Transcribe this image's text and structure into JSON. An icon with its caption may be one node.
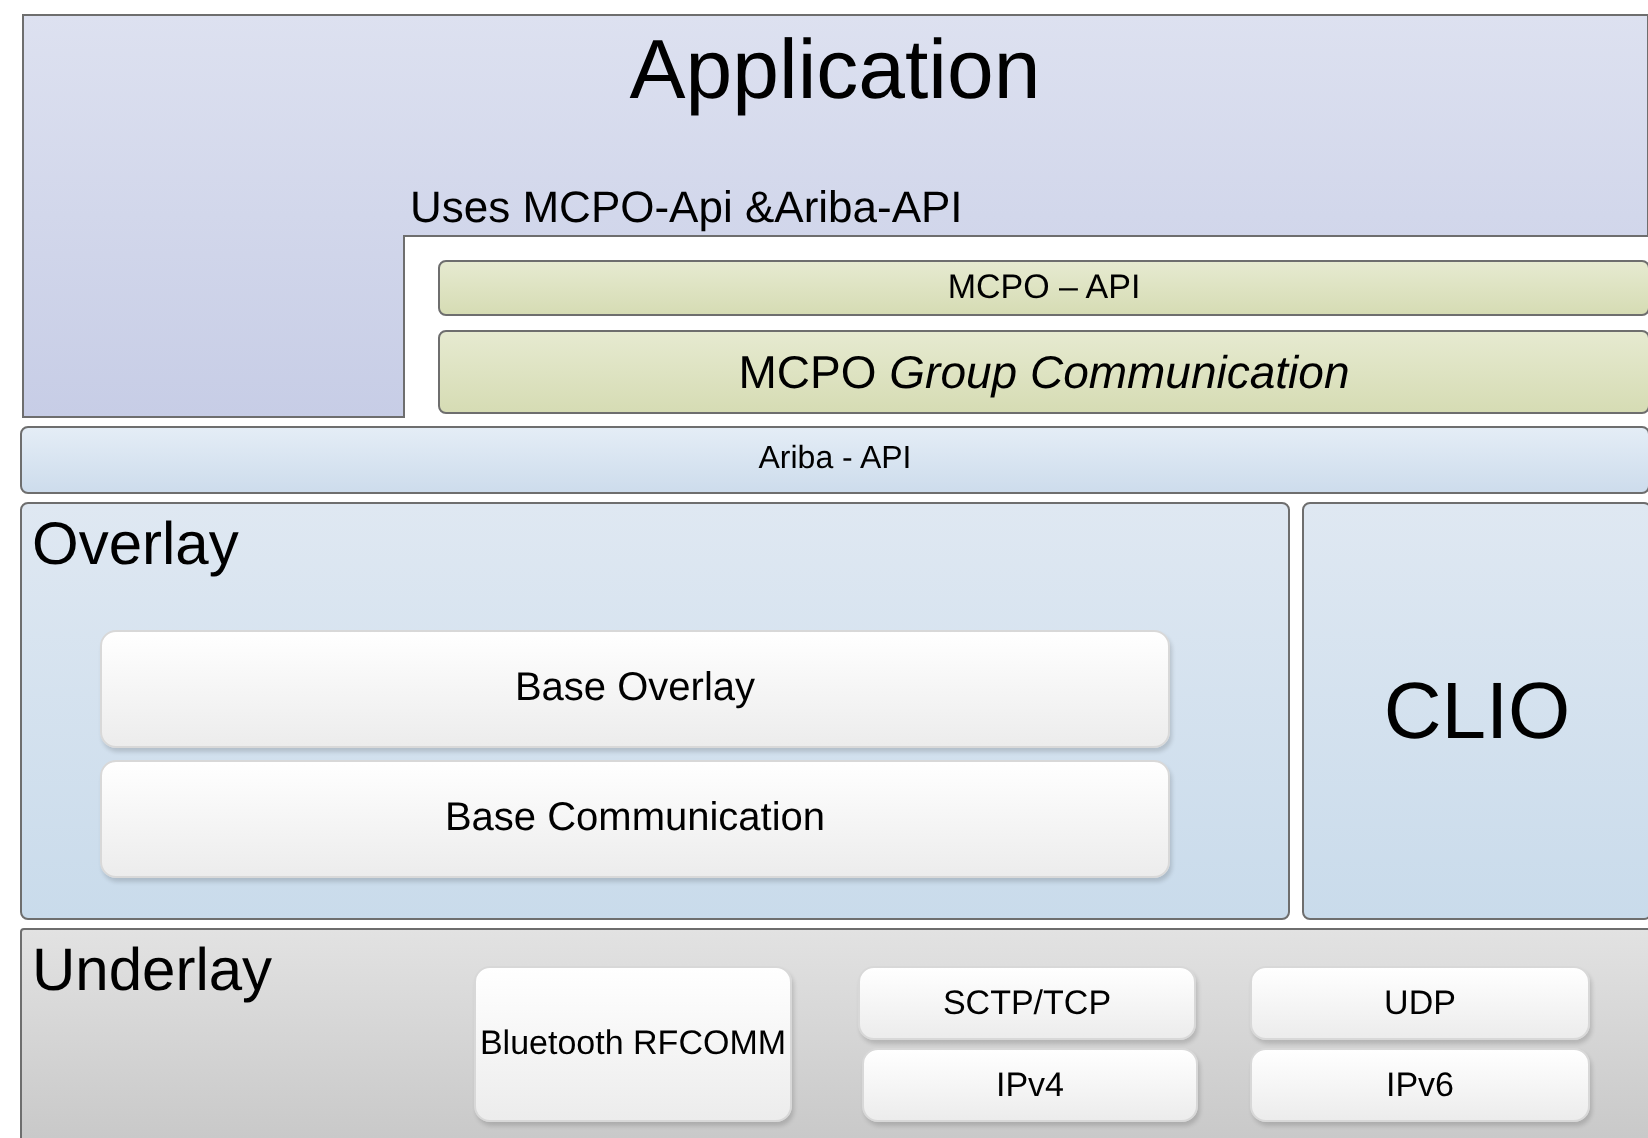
{
  "diagram": {
    "nodes": [
      {
        "text": [
          "Application",
          "Uses MCPO-Api &Ariba-API"
        ]
      },
      {
        "text": [
          "MCPO – API"
        ]
      },
      {
        "text": [
          "MCPO *Group Communication*"
        ]
      },
      {
        "text": [
          "Ariba - API"
        ]
      },
      {
        "text": [
          "Overlay"
        ]
      },
      {
        "text": [
          "Base Overlay"
        ],
        "in": 4
      },
      {
        "text": [
          "Base Communication"
        ],
        "in": 4
      },
      {
        "text": [
          "CLIO"
        ]
      },
      {
        "text": [
          "Underlay"
        ]
      },
      {
        "text": [
          "Bluetooth RFCOMM"
        ],
        "in": 8
      },
      {
        "text": [
          "SCTP/TCP"
        ],
        "in": 8
      },
      {
        "text": [
          "UDP"
        ],
        "in": 8
      },
      {
        "text": [
          "IPv4"
        ],
        "in": 8
      },
      {
        "text": [
          "IPv6"
        ],
        "in": 8
      }
    ]
  }
}
